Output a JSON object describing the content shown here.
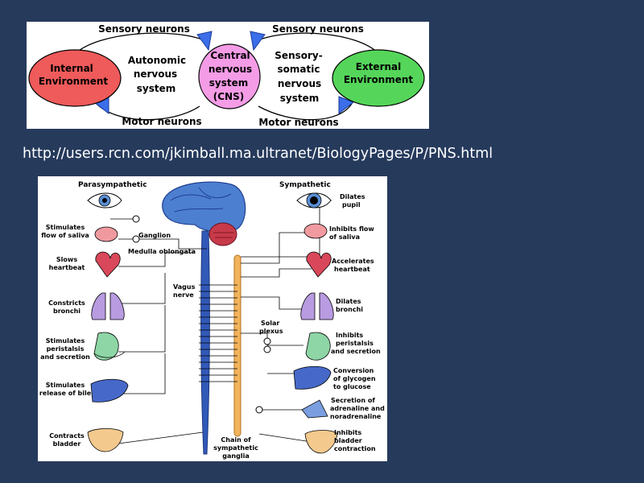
{
  "top_diagram": {
    "sensory_neurons_left": "Sensory neurons",
    "sensory_neurons_right": "Sensory neurons",
    "motor_neurons_left": "Motor neurons",
    "motor_neurons_right": "Motor neurons",
    "internal_env": [
      "Internal",
      "Environment"
    ],
    "autonomic": [
      "Autonomic",
      "nervous",
      "system"
    ],
    "cns": [
      "Central",
      "nervous",
      "system",
      "(CNS)"
    ],
    "somatic": [
      "Sensory-",
      "somatic",
      "nervous",
      "system"
    ],
    "external_env": [
      "External",
      "Environment"
    ],
    "colors": {
      "internal": "#ef5a5a",
      "cns": "#f49ce6",
      "external": "#55d65a",
      "arrow": "#3b6ee8"
    }
  },
  "url": "http://users.rcn.com/jkimball.ma.ultranet/BiologyPages/P/PNS.html",
  "bottom_diagram": {
    "parasympathetic_title": "Parasympathetic",
    "sympathetic_title": "Sympathetic",
    "ganglion": "Ganglion",
    "medulla": "Medulla oblongata",
    "vagus": [
      "Vagus",
      "nerve"
    ],
    "solar": [
      "Solar",
      "plexus"
    ],
    "chain": [
      "Chain of",
      "sympathetic",
      "ganglia"
    ],
    "para_labels": [
      [
        "Stimulates",
        "flow of saliva"
      ],
      [
        "Slows",
        "heartbeat"
      ],
      [
        "Constricts",
        "bronchi"
      ],
      [
        "Stimulates",
        "peristalsis",
        "and secretion"
      ],
      [
        "Stimulates",
        "release of bile"
      ],
      [
        "Contracts",
        "bladder"
      ]
    ],
    "symp_labels": [
      [
        "Dilates",
        "pupil"
      ],
      [
        "Inhibits flow",
        "of saliva"
      ],
      [
        "Accelerates",
        "heartbeat"
      ],
      [
        "Dilates",
        "bronchi"
      ],
      [
        "Inhibits",
        "peristalsis",
        "and secretion"
      ],
      [
        "Conversion",
        "of glycogen",
        "to glucose"
      ],
      [
        "Secretion of",
        "adrenaline and",
        "noradrenaline"
      ],
      [
        "Inhibits",
        "bladder",
        "contraction"
      ]
    ]
  }
}
